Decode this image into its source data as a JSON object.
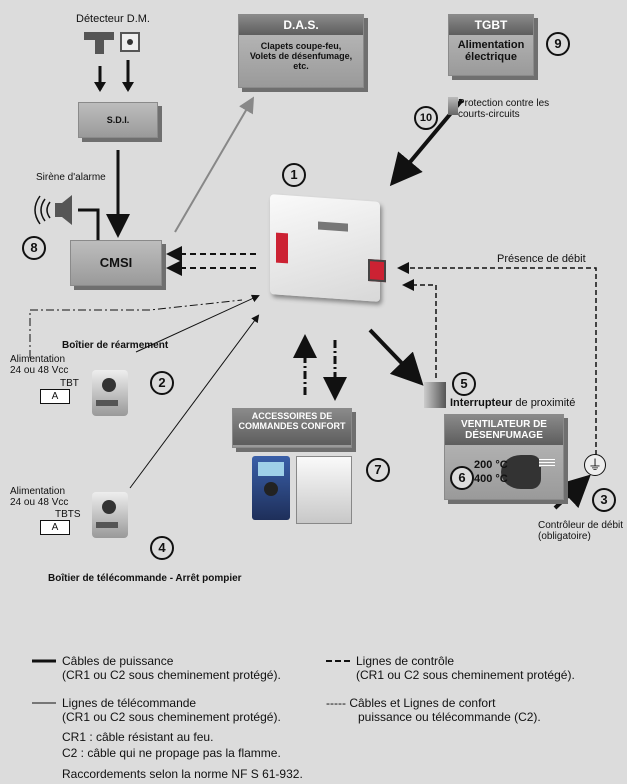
{
  "detector": {
    "label": "Détecteur D.M."
  },
  "sdi": {
    "label": "S.D.I."
  },
  "das": {
    "title": "D.A.S.",
    "body": "Clapets coupe-feu, Volets de désenfumage, etc."
  },
  "tgbt": {
    "title": "TGBT",
    "body": "Alimentation électrique"
  },
  "protection": {
    "label": "Protection contre les courts-circuits"
  },
  "siren": {
    "label": "Sirène d'alarme"
  },
  "cmsi": {
    "label": "CMSI"
  },
  "presence": {
    "label": "Présence de débit"
  },
  "rearm": {
    "title": "Boîtier de réarmement",
    "supply": "Alimentation 24 ou 48 Vcc",
    "tag": "TBT",
    "symbol": "A"
  },
  "telecmd": {
    "title": "Boîtier de télécommande - Arrêt pompier",
    "supply": "Alimentation 24 ou 48 Vcc",
    "tag": "TBTS",
    "symbol": "A"
  },
  "accessories": {
    "label": "ACCESSOIRES DE COMMANDES CONFORT"
  },
  "switch": {
    "bold": "Interrupteur",
    "rest": " de proximité"
  },
  "fan": {
    "title": "VENTILATEUR DE DÉSENFUMAGE",
    "temp1": "200 °C",
    "temp2": "400 °C"
  },
  "controller": {
    "label": "Contrôleur de débit (obligatoire)"
  },
  "numbers": {
    "n1": "1",
    "n2": "2",
    "n3": "3",
    "n4": "4",
    "n5": "5",
    "n6": "6",
    "n7": "7",
    "n8": "8",
    "n9": "9",
    "n10": "10"
  },
  "legend": {
    "power": {
      "line1": "Câbles de puissance",
      "line2": "(CR1 ou C2 sous cheminement protégé)."
    },
    "control": {
      "line1": "Lignes de contrôle",
      "line2": "(CR1 ou C2 sous cheminement protégé)."
    },
    "remote": {
      "line1": "Lignes de télécommande",
      "line2": "(CR1 ou C2 sous cheminement protégé)."
    },
    "comfort": {
      "prefix": "-----",
      "line1": "Câbles et Lignes de confort",
      "line2": "puissance ou télécommande (C2)."
    },
    "cr1": "CR1 : câble résistant au feu.",
    "c2": "C2 : câble qui ne propage pas la flamme.",
    "norm": "Raccordements selon la norme NF S 61-932."
  }
}
